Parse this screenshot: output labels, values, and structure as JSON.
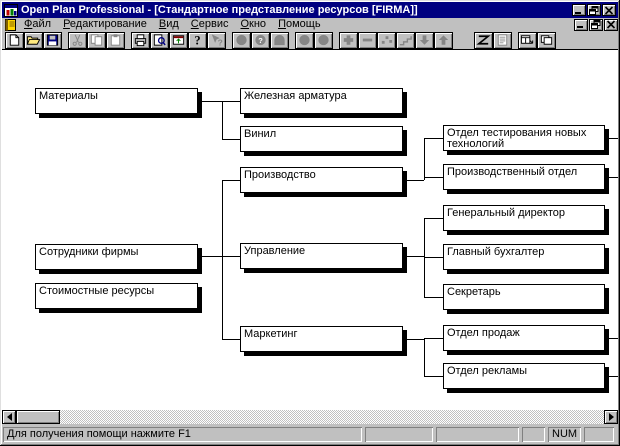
{
  "window": {
    "title": "Open Plan Professional - [Стандартное представление ресурсов [FIRMA]]",
    "title_color": "#000080",
    "chrome_color": "#c0c0c0",
    "controls": [
      {
        "id": "minimize",
        "icon": "minimize-icon"
      },
      {
        "id": "restore",
        "icon": "restore-icon"
      },
      {
        "id": "close",
        "icon": "close-icon"
      }
    ]
  },
  "menu": {
    "items": [
      {
        "id": "file",
        "label": "Файл"
      },
      {
        "id": "edit",
        "label": "Редактирование"
      },
      {
        "id": "view",
        "label": "Вид"
      },
      {
        "id": "service",
        "label": "Сервис"
      },
      {
        "id": "window",
        "label": "Окно"
      },
      {
        "id": "help",
        "label": "Помощь"
      }
    ]
  },
  "toolbar": {
    "buttons": [
      {
        "icon": "new",
        "group": 1,
        "enabled": true
      },
      {
        "icon": "open",
        "group": 1,
        "enabled": true
      },
      {
        "icon": "save",
        "group": 1,
        "enabled": true
      },
      {
        "icon": "cut",
        "group": 2,
        "enabled": false
      },
      {
        "icon": "copy",
        "group": 2,
        "enabled": false
      },
      {
        "icon": "paste",
        "group": 2,
        "enabled": false
      },
      {
        "icon": "print",
        "group": 3,
        "enabled": true
      },
      {
        "icon": "print-preview",
        "group": 3,
        "enabled": true
      },
      {
        "icon": "update-view",
        "group": 3,
        "enabled": true
      },
      {
        "icon": "help",
        "group": 3,
        "enabled": true
      },
      {
        "icon": "context-help",
        "group": 3,
        "enabled": false
      },
      {
        "icon": "circle",
        "group": 4,
        "enabled": false
      },
      {
        "icon": "circle-question",
        "group": 4,
        "enabled": false
      },
      {
        "icon": "arch",
        "group": 4,
        "enabled": false
      },
      {
        "icon": "circle",
        "group": 5,
        "enabled": false
      },
      {
        "icon": "circle",
        "group": 5,
        "enabled": false
      },
      {
        "icon": "plus",
        "group": 6,
        "enabled": false
      },
      {
        "icon": "minus",
        "group": 6,
        "enabled": false
      },
      {
        "icon": "scatter",
        "group": 6,
        "enabled": false
      },
      {
        "icon": "steps",
        "group": 6,
        "enabled": false
      },
      {
        "icon": "arrow-down",
        "group": 6,
        "enabled": false
      },
      {
        "icon": "arrow-up",
        "group": 6,
        "enabled": false
      },
      {
        "icon": "zigzag",
        "group": 7,
        "enabled": true
      },
      {
        "icon": "notes",
        "group": 7,
        "enabled": false
      },
      {
        "icon": "window-tile",
        "group": 8,
        "enabled": true
      },
      {
        "icon": "window-cascade",
        "group": 8,
        "enabled": true
      }
    ]
  },
  "diagram": {
    "nodes": [
      {
        "id": "materials",
        "label": "Материалы"
      },
      {
        "id": "staff",
        "label": "Сотрудники фирмы"
      },
      {
        "id": "cost",
        "label": "Стоимостные ресурсы"
      },
      {
        "id": "iron",
        "label": "Железная арматура"
      },
      {
        "id": "vinyl",
        "label": "Винил"
      },
      {
        "id": "production",
        "label": "Производство"
      },
      {
        "id": "management",
        "label": "Управление"
      },
      {
        "id": "marketing",
        "label": "Маркетинг"
      },
      {
        "id": "test-dept",
        "label": "Отдел тестирования новых технологий"
      },
      {
        "id": "prod-dept",
        "label": "Производственный отдел"
      },
      {
        "id": "director",
        "label": "Генеральный директор"
      },
      {
        "id": "accountant",
        "label": "Главный бухгалтер"
      },
      {
        "id": "secretary",
        "label": "Секретарь"
      },
      {
        "id": "sales-dept",
        "label": "Отдел продаж"
      },
      {
        "id": "ads-dept",
        "label": "Отдел рекламы"
      }
    ]
  },
  "statusbar": {
    "message": "Для получения помощи нажмите F1",
    "num_indicator": "NUM"
  }
}
